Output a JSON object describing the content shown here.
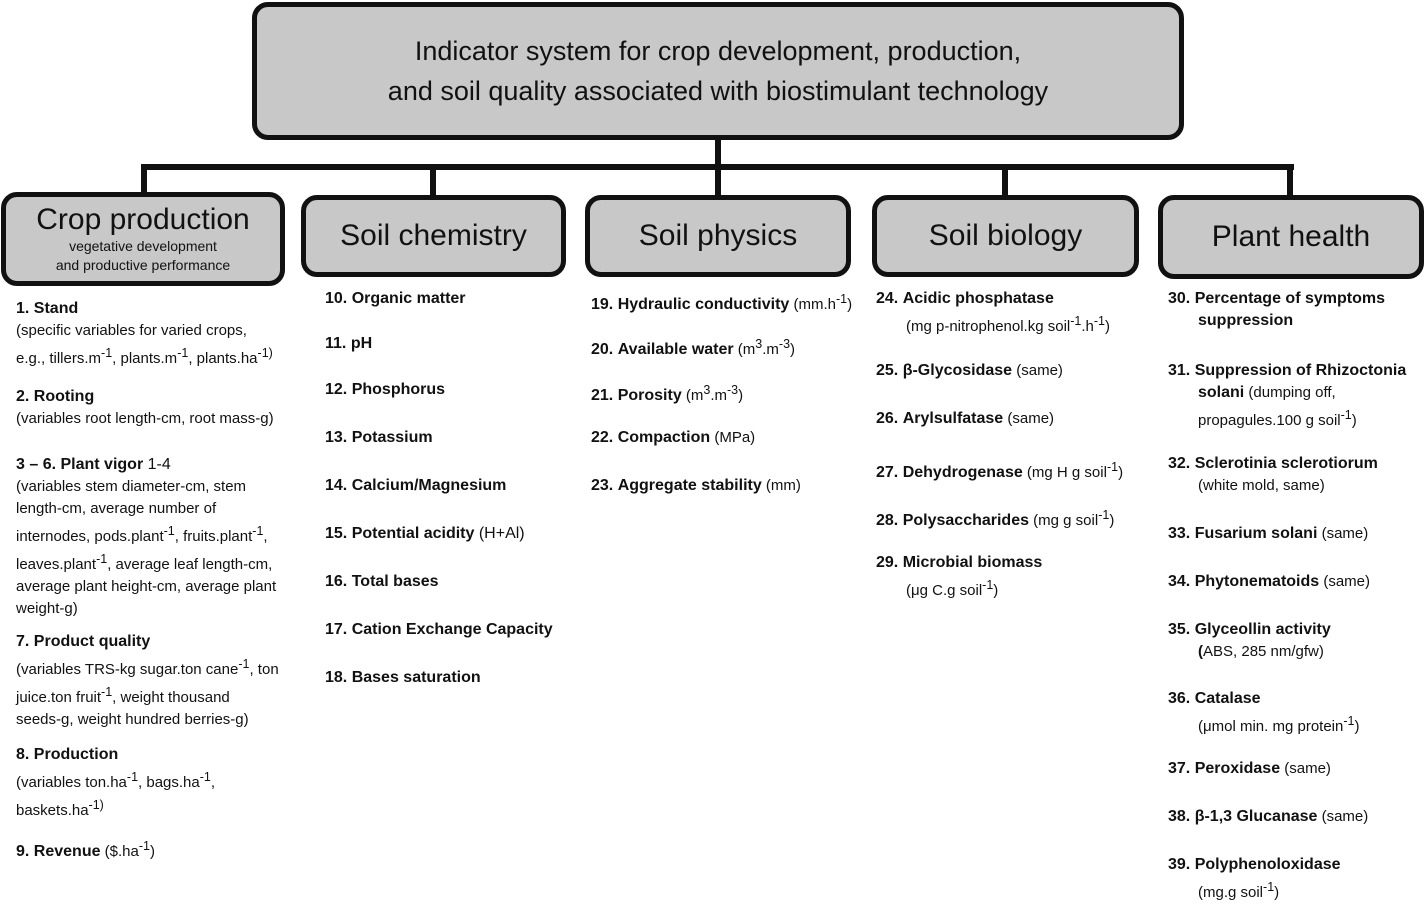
{
  "root": {
    "line1": "Indicator system for crop development, production,",
    "line2": "and soil quality associated with biostimulant technology"
  },
  "categories": [
    {
      "title": "Crop production",
      "sub1": "vegetative development",
      "sub2": "and productive performance"
    },
    {
      "title": "Soil chemistry"
    },
    {
      "title": "Soil physics"
    },
    {
      "title": "Soil biology"
    },
    {
      "title": "Plant health"
    }
  ],
  "crop": {
    "i1_num": "1.",
    "i1_name": "Stand",
    "i1_d1": "(specific variables for varied crops,",
    "i1_d2a": "e.g., tillers.m",
    "i1_d2b": "-1",
    "i1_d2c": ", plants.m",
    "i1_d2d": "-1",
    "i1_d2e": ", plants.ha",
    "i1_d2f": "-1)",
    "i2_num": "2.",
    "i2_name": "Rooting",
    "i2_d1": "(variables root length-cm, root mass-g)",
    "i3_num": "3 – 6.",
    "i3_name": "Plant vigor",
    "i3_range": " 1-4",
    "i3_d1": "(variables stem diameter-cm, stem",
    "i3_d2": "length-cm, average number of",
    "i3_d3a": "internodes, pods.plant",
    "i3_d3b": "-1",
    "i3_d3c": ", fruits.plant",
    "i3_d3d": "-1",
    "i3_d3e": ",",
    "i3_d4a": "leaves.plant",
    "i3_d4b": "-1",
    "i3_d4c": ", average leaf length-cm,",
    "i3_d5": "average plant height-cm, average plant",
    "i3_d6": "weight-g)",
    "i7_num": "7.",
    "i7_name": "Product quality",
    "i7_d1a": "(variables TRS-kg sugar.ton cane",
    "i7_d1b": "-1",
    "i7_d1c": ", ton",
    "i7_d2a": "juice.ton fruit",
    "i7_d2b": "-1",
    "i7_d2c": ", weight  thousand",
    "i7_d3": "seeds-g, weight hundred berries-g)",
    "i8_num": "8.",
    "i8_name": "Production",
    "i8_d1a": "(variables ton.ha",
    "i8_d1b": "-1",
    "i8_d1c": ", bags.ha",
    "i8_d1d": "-1",
    "i8_d1e": ",",
    "i8_d2a": "baskets.ha",
    "i8_d2b": "-1)",
    "i9_num": "9.",
    "i9_name": "Revenue",
    "i9_da": " ($.ha",
    "i9_db": "-1",
    "i9_dc": ")"
  },
  "chem": [
    {
      "num": "10.",
      "name": "Organic matter",
      "desc": ""
    },
    {
      "num": "11.",
      "name": "pH",
      "desc": ""
    },
    {
      "num": "12.",
      "name": "Phosphorus",
      "desc": ""
    },
    {
      "num": "13.",
      "name": "Potassium",
      "desc": ""
    },
    {
      "num": "14.",
      "name": "Calcium/Magnesium",
      "desc": ""
    },
    {
      "num": "15.",
      "name": "Potential acidity",
      "desc": " (H+Al)"
    },
    {
      "num": "16.",
      "name": "Total bases",
      "desc": ""
    },
    {
      "num": "17.",
      "name": "Cation Exchange Capacity",
      "desc": ""
    },
    {
      "num": "18.",
      "name": "Bases saturation",
      "desc": ""
    }
  ],
  "phys": {
    "i19_num": "19.",
    "i19_name": "Hydraulic conductivity",
    "i19_a": " (mm.h",
    "i19_b": "-1",
    "i19_c": ")",
    "i20_num": "20.",
    "i20_name": "Available water",
    "i20_a": " (m",
    "i20_b": "3",
    "i20_c": ".m",
    "i20_d": "-3",
    "i20_e": ")",
    "i21_num": "21.",
    "i21_name": "Porosity",
    "i21_a": " (m",
    "i21_b": "3",
    "i21_c": ".m",
    "i21_d": "-3",
    "i21_e": ")",
    "i22_num": "22.",
    "i22_name": "Compaction",
    "i22_a": " (MPa)",
    "i23_num": "23.",
    "i23_name": "Aggregate stability",
    "i23_a": " (mm)"
  },
  "bio": {
    "i24_num": "24.",
    "i24_name": "Acidic phosphatase",
    "i24_a": "(mg p-nitrophenol.kg soil",
    "i24_b": "-1",
    "i24_c": ".h",
    "i24_d": "-1",
    "i24_e": ")",
    "i25_num": "25.",
    "i25_name": "β-Glycosidase",
    "i25_a": " (same)",
    "i26_num": "26.",
    "i26_name": "Arylsulfatase",
    "i26_a": " (same)",
    "i27_num": "27.",
    "i27_name": "Dehydrogenase",
    "i27_a": " (mg H g soil",
    "i27_b": "-1",
    "i27_c": ")",
    "i28_num": "28.",
    "i28_name": "Polysaccharides",
    "i28_a": " (mg g soil",
    "i28_b": "-1",
    "i28_c": ")",
    "i29_num": "29.",
    "i29_name": "Microbial biomass",
    "i29_a": "(μg C.g soil",
    "i29_b": "-1",
    "i29_c": ")"
  },
  "health": {
    "i30_num": "30.",
    "i30_name1": "Percentage of symptoms",
    "i30_name2": "suppression",
    "i31_num": "31.",
    "i31_name1": "Suppression of Rhizoctonia",
    "i31_name2": "solani",
    "i31_a": " (dumping off,",
    "i31_b": "propagules.100 g soil",
    "i31_c": "-1",
    "i31_d": ")",
    "i32_num": "32.",
    "i32_name": "Sclerotinia sclerotiorum",
    "i32_a": "(white mold, same)",
    "i33_num": "33.",
    "i33_name": "Fusarium solani",
    "i33_a": " (same)",
    "i34_num": "34.",
    "i34_name": "Phytonematoids",
    "i34_a": "  (same)",
    "i35_num": "35.",
    "i35_name": "Glyceollin activity",
    "i35_p": "(",
    "i35_a": "ABS, 285 nm/gfw)",
    "i36_num": "36.",
    "i36_name": "Catalase",
    "i36_a": "(μmol min. mg protein",
    "i36_b": "-1",
    "i36_c": ")",
    "i37_num": "37.",
    "i37_name": "Peroxidase",
    "i37_a": " (same)",
    "i38_num": "38.",
    "i38_name": "β-1,3 Glucanase",
    "i38_a": "  (same)",
    "i39_num": "39.",
    "i39_name": "Polyphenoloxidase",
    "i39_a": "(mg.g soil",
    "i39_b": "-1",
    "i39_c": ")"
  }
}
